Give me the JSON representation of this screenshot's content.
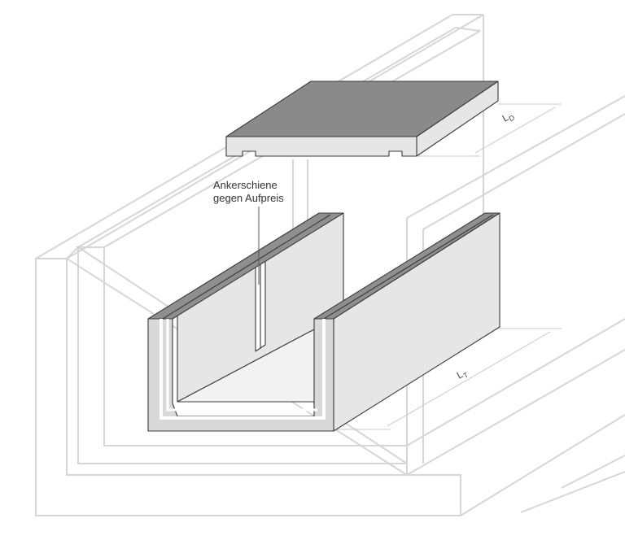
{
  "annotation": {
    "line1": "Ankerschiene",
    "line2": "gegen Aufpreis"
  },
  "dimensions": {
    "lid_length": {
      "main": "L",
      "sub": "D"
    },
    "trough_length": {
      "main": "L",
      "sub": "T"
    }
  },
  "colors": {
    "ghost_outline": "#d6d6d6",
    "lid_top": "#8a8a8a",
    "concrete_face": "#e6e6e6",
    "concrete_top": "#8f8f8f",
    "edge": "#3a3a3a"
  }
}
